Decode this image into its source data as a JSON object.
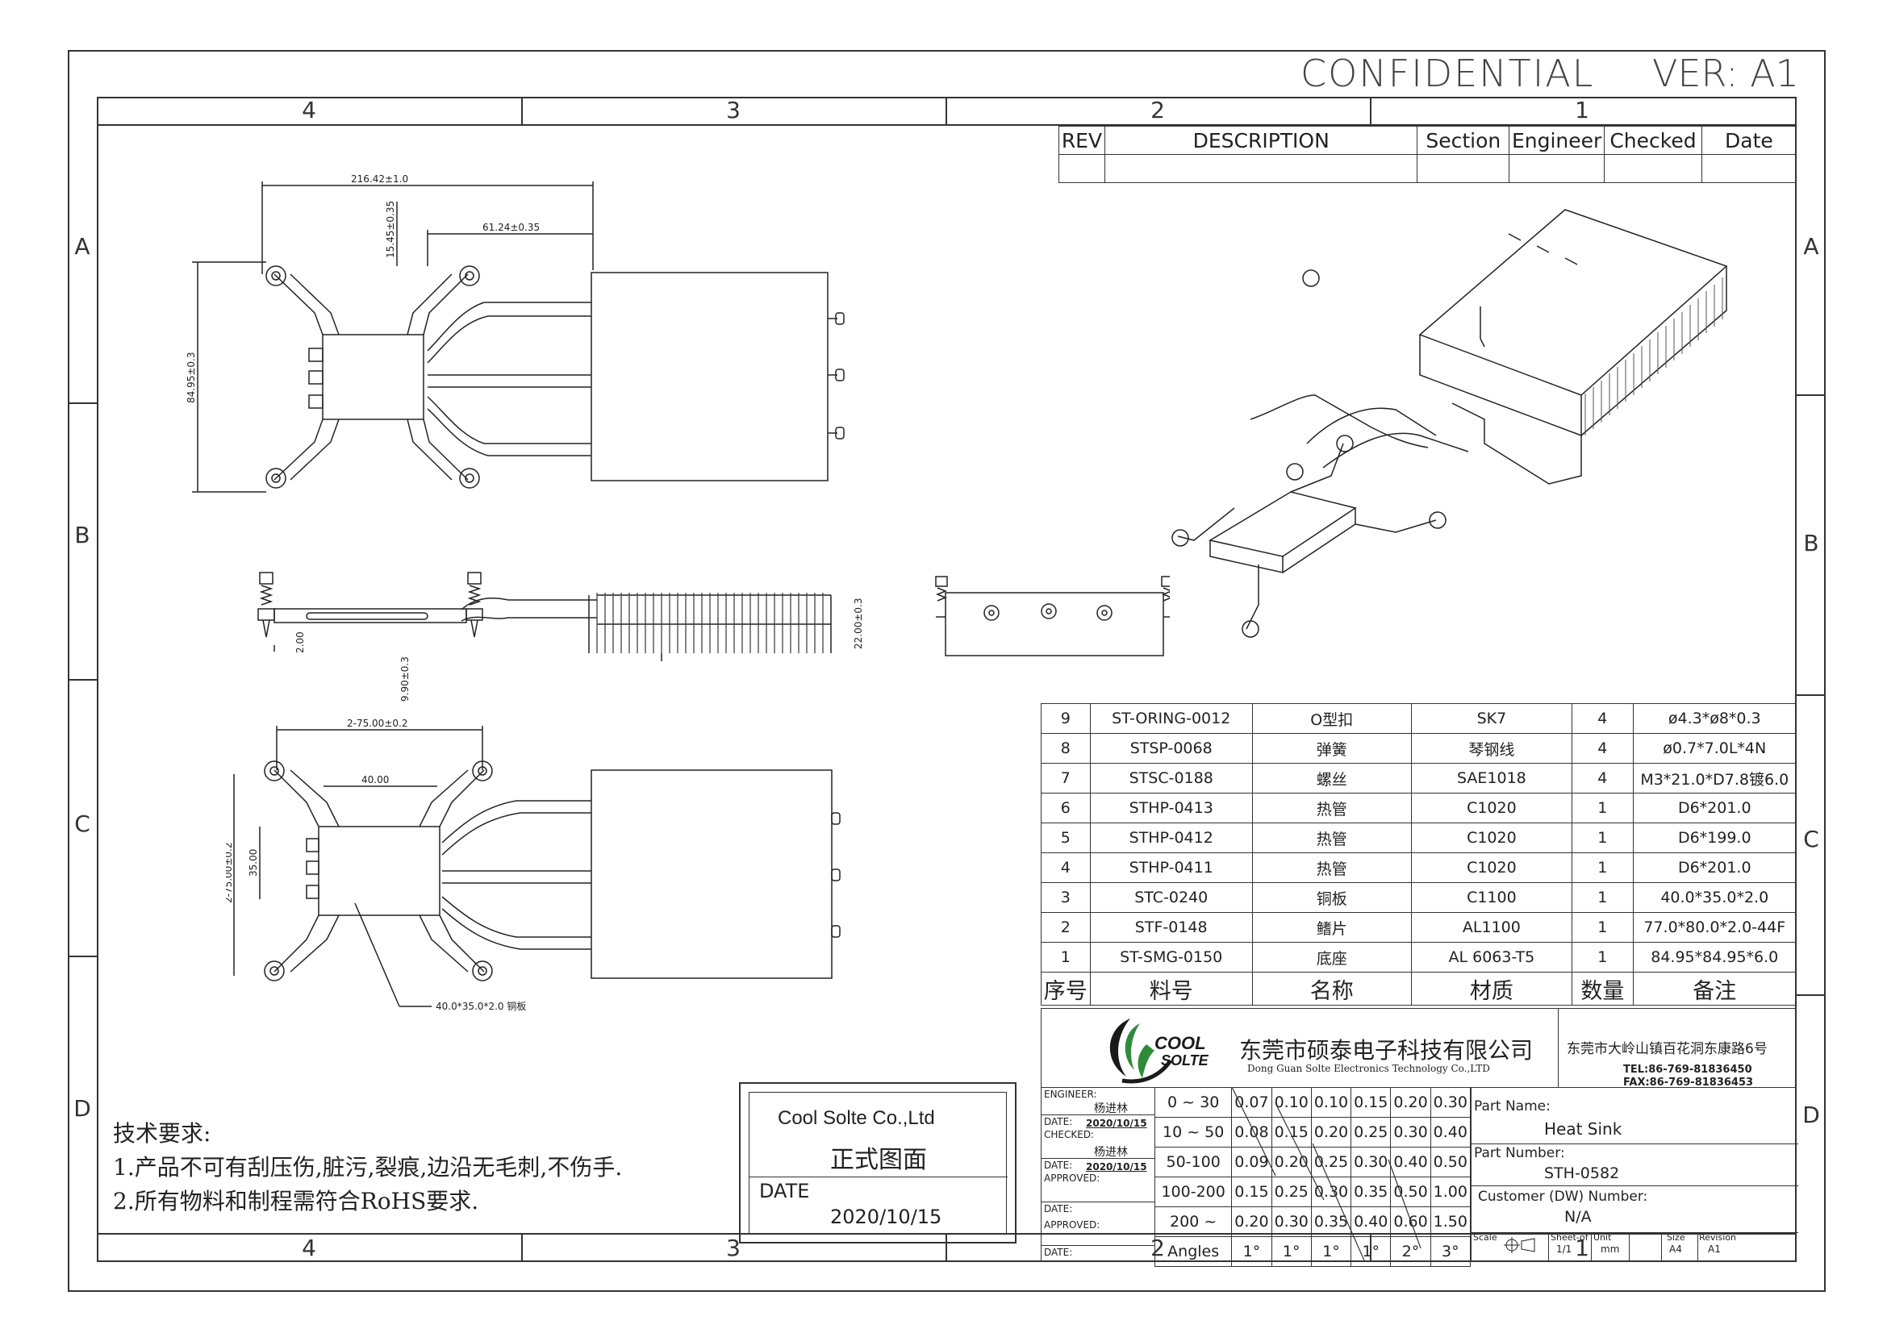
{
  "header": {
    "confidential": "CONFIDENTIAL",
    "version": "VER: A1"
  },
  "zones": {
    "cols": [
      "4",
      "3",
      "2",
      "1"
    ],
    "rows": [
      "A",
      "B",
      "C",
      "D"
    ]
  },
  "revision_table": {
    "headers": [
      "REV",
      "DESCRIPTION",
      "Section",
      "Engineer",
      "Checked",
      "Date"
    ]
  },
  "dimensions": {
    "overall_length": "216.42±1.0",
    "fin_offset": "61.24±0.35",
    "clip_offset": "15.45±0.35",
    "height": "84.95±0.3",
    "side_a": "2.00",
    "side_b": "9.90±0.3",
    "side_c": "22.00±0.3",
    "bottom_pitch": "2-75.00±0.2",
    "plate_w": "40.00",
    "bottom_pitch_v": "2-75.00±0.2",
    "plate_h": "35.00",
    "plate_callout": "40.0*35.0*2.0 铜板"
  },
  "bom": {
    "rows": [
      [
        "9",
        "ST-ORING-0012",
        "O型扣",
        "SK7",
        "4",
        "ø4.3*ø8*0.3"
      ],
      [
        "8",
        "STSP-0068",
        "弹簧",
        "琴钢线",
        "4",
        "ø0.7*7.0L*4N"
      ],
      [
        "7",
        "STSC-0188",
        "螺丝",
        "SAE1018",
        "4",
        "M3*21.0*D7.8镀6.0"
      ],
      [
        "6",
        "STHP-0413",
        "热管",
        "C1020",
        "1",
        "D6*201.0"
      ],
      [
        "5",
        "STHP-0412",
        "热管",
        "C1020",
        "1",
        "D6*199.0"
      ],
      [
        "4",
        "STHP-0411",
        "热管",
        "C1020",
        "1",
        "D6*201.0"
      ],
      [
        "3",
        "STC-0240",
        "铜板",
        "C1100",
        "1",
        "40.0*35.0*2.0"
      ],
      [
        "2",
        "STF-0148",
        "鳍片",
        "AL1100",
        "1",
        "77.0*80.0*2.0-44F"
      ],
      [
        "1",
        "ST-SMG-0150",
        "底座",
        "AL 6063-T5",
        "1",
        "84.95*84.95*6.0"
      ]
    ],
    "headers": [
      "序号",
      "料号",
      "名称",
      "材质",
      "数量",
      "备注"
    ]
  },
  "company": {
    "logo_line1": "COOL",
    "logo_line2": "SOLTE",
    "name_cn": "东莞市硕泰电子科技有限公司",
    "name_en": "Dong Guan Solte Electronics Technology Co.,LTD",
    "address": "东莞市大岭山镇百花洞东康路6号",
    "tel": "TEL:86-769-81836450",
    "fax": "FAX:86-769-81836453"
  },
  "signoff": {
    "engineer_label": "ENGINEER:",
    "engineer_name": "杨进林",
    "date1_label": "DATE:",
    "date1_value": "2020/10/15",
    "checked_label": "CHECKED:",
    "checked_name": "杨进林",
    "date2_label": "DATE:",
    "date2_value": "2020/10/15",
    "approved_label": "APPROVED:",
    "date3_label": "DATE:",
    "approved2_label": "APPROVED:",
    "date4_label": "DATE:"
  },
  "tolerance": {
    "rows": [
      [
        "0 ~ 30",
        "0.07",
        "0.10",
        "0.10",
        "0.15",
        "0.20",
        "0.30"
      ],
      [
        "10 ~ 50",
        "0.08",
        "0.15",
        "0.20",
        "0.25",
        "0.30",
        "0.40"
      ],
      [
        "50-100",
        "0.09",
        "0.20",
        "0.25",
        "0.30",
        "0.40",
        "0.50"
      ],
      [
        "100-200",
        "0.15",
        "0.25",
        "0.30",
        "0.35",
        "0.50",
        "1.00"
      ],
      [
        "200 ~",
        "0.20",
        "0.30",
        "0.35",
        "0.40",
        "0.60",
        "1.50"
      ]
    ],
    "angles": [
      "Angles",
      "1°",
      "1°",
      "1°",
      "1°",
      "2°",
      "3°"
    ]
  },
  "part": {
    "name_label": "Part Name:",
    "name": "Heat Sink",
    "number_label": "Part Number:",
    "number": "STH-0582",
    "customer_label": "Customer (DW) Number:",
    "customer": "N/A",
    "scale_label": "Scale",
    "sheet_label": "Sheet-of",
    "sheet": "1/1",
    "unit_label": "Unit",
    "unit": "mm",
    "size_label": "Size",
    "size": "A4",
    "revision_label": "Revision",
    "revision": "A1"
  },
  "stamp": {
    "company": "Cool Solte  Co.,Ltd",
    "status": "正式图面",
    "date_label": "DATE",
    "date": "2020/10/15"
  },
  "tech_requirements": {
    "title": "技术要求:",
    "lines": [
      "1.产品不可有刮压伤,脏污,裂痕,边沿无毛刺,不伤手.",
      "2.所有物料和制程需符合RoHS要求."
    ]
  }
}
